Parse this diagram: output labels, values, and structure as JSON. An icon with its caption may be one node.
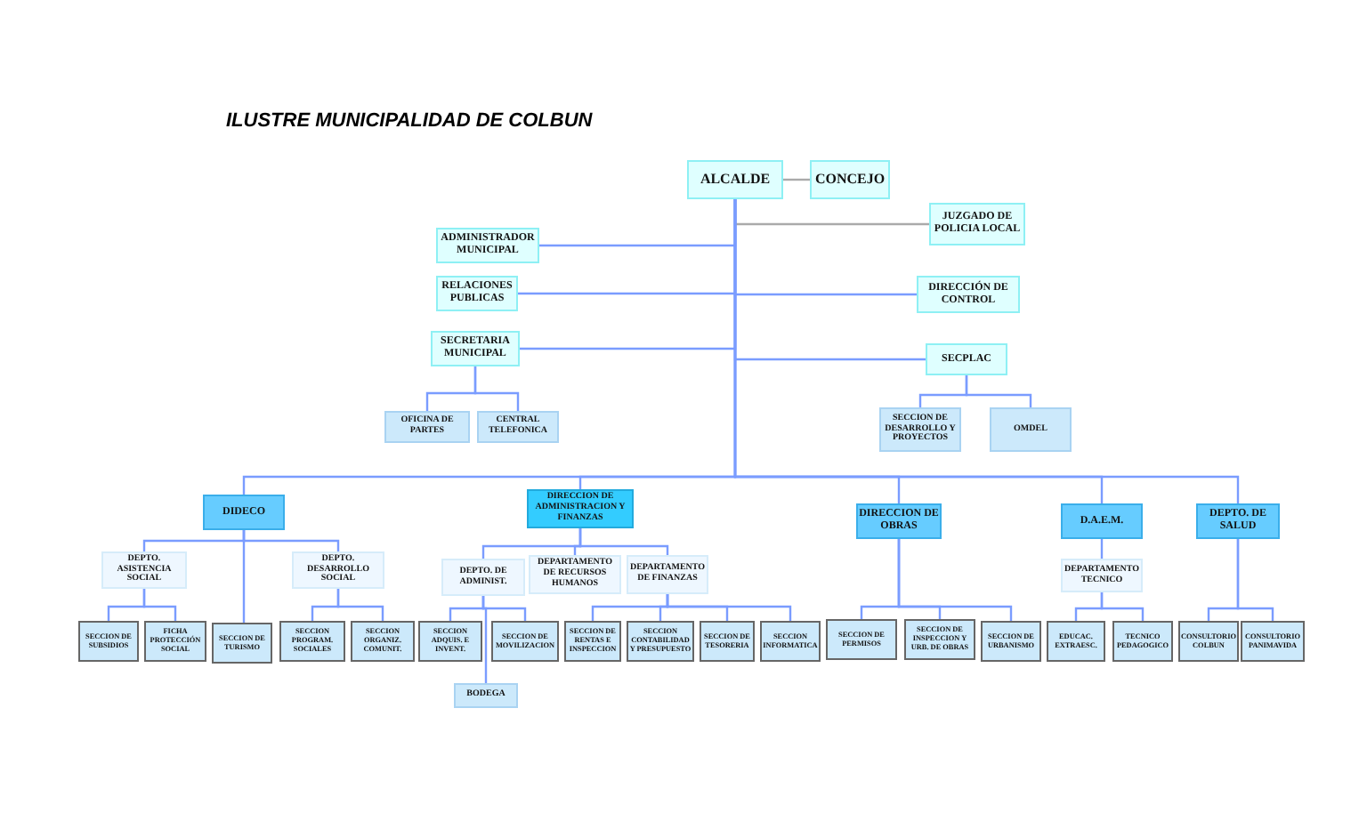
{
  "diagram": {
    "title": "ILUSTRE MUNICIPALIDAD DE COLBUN",
    "nodes": [
      {
        "text": [
          "ALCALDE"
        ]
      },
      {
        "text": [
          "CONCEJO"
        ]
      },
      {
        "text": [
          "JUZGADO DE POLICIA LOCAL"
        ]
      },
      {
        "text": [
          "ADMINISTRADOR MUNICIPAL"
        ]
      },
      {
        "text": [
          "RELACIONES PUBLICAS"
        ]
      },
      {
        "text": [
          "DIRECCIÓN DE CONTROL"
        ]
      },
      {
        "text": [
          "SECRETARIA MUNICIPAL"
        ]
      },
      {
        "text": [
          "SECPLAC"
        ]
      },
      {
        "text": [
          "OFICINA DE PARTES"
        ]
      },
      {
        "text": [
          "CENTRAL TELEFONICA"
        ]
      },
      {
        "text": [
          "SECCION DE DESARROLLO Y PROYECTOS"
        ]
      },
      {
        "text": [
          "OMDEL"
        ]
      },
      {
        "text": [
          "DIDECO"
        ]
      },
      {
        "text": [
          "DIRECCION DE ADMINISTRACION Y FINANZAS"
        ]
      },
      {
        "text": [
          "DIRECCION DE OBRAS"
        ]
      },
      {
        "text": [
          "D.A.E.M."
        ]
      },
      {
        "text": [
          "DEPTO. DE SALUD"
        ]
      },
      {
        "text": [
          "DEPTO. ASISTENCIA SOCIAL"
        ]
      },
      {
        "text": [
          "DEPTO. DESARROLLO SOCIAL"
        ]
      },
      {
        "text": [
          "DEPTO. DE ADMINIST."
        ]
      },
      {
        "text": [
          "DEPARTAMENTO DE RECURSOS HUMANOS"
        ]
      },
      {
        "text": [
          "DEPARTAMENTO DE FINANZAS"
        ]
      },
      {
        "text": [
          "DEPARTAMENTO TECNICO"
        ]
      },
      {
        "text": [
          "SECCION DE SUBSIDIOS"
        ]
      },
      {
        "text": [
          "FICHA PROTECCIÓN SOCIAL"
        ]
      },
      {
        "text": [
          "SECCION DE TURISMO"
        ]
      },
      {
        "text": [
          "SECCION PROGRAM. SOCIALES"
        ]
      },
      {
        "text": [
          "SECCION ORGANIZ. COMUNIT."
        ]
      },
      {
        "text": [
          "SECCION ADQUIS. E INVENT."
        ]
      },
      {
        "text": [
          "SECCION DE MOVILIZACION"
        ]
      },
      {
        "text": [
          "SECCION DE RENTAS E INSPECCION"
        ]
      },
      {
        "text": [
          "SECCION CONTABILIDAD Y PRESUPUESTO"
        ]
      },
      {
        "text": [
          "SECCION DE TESORERIA"
        ]
      },
      {
        "text": [
          "SECCION INFORMATICA"
        ]
      },
      {
        "text": [
          "SECCION DE PERMISOS"
        ]
      },
      {
        "text": [
          "SECCION DE INSPECCION Y URB. DE OBRAS"
        ]
      },
      {
        "text": [
          "SECCION DE URBANISMO"
        ]
      },
      {
        "text": [
          "EDUCAC. EXTRAESC."
        ]
      },
      {
        "text": [
          "TECNICO PEDAGOGICO"
        ]
      },
      {
        "text": [
          "CONSULTORIO COLBUN"
        ]
      },
      {
        "text": [
          "CONSULTORIO PANIMAVIDA"
        ]
      },
      {
        "text": [
          "BODEGA"
        ]
      }
    ],
    "edges": [
      {
        "from": 0,
        "to": 1,
        "arrow": "none",
        "color": "#aaaaaa"
      },
      {
        "from": 0,
        "to": 2,
        "arrow": "none",
        "color": "#aaaaaa"
      },
      {
        "from": 0,
        "to": 3,
        "arrow": "none"
      },
      {
        "from": 0,
        "to": 4,
        "arrow": "none"
      },
      {
        "from": 0,
        "to": 5,
        "arrow": "none"
      },
      {
        "from": 0,
        "to": 6,
        "arrow": "none"
      },
      {
        "from": 0,
        "to": 7,
        "arrow": "none"
      },
      {
        "from": 6,
        "to": 8,
        "arrow": "none"
      },
      {
        "from": 6,
        "to": 9,
        "arrow": "none"
      },
      {
        "from": 7,
        "to": 10,
        "arrow": "none"
      },
      {
        "from": 7,
        "to": 11,
        "arrow": "none"
      },
      {
        "from": 0,
        "to": 12,
        "arrow": "none"
      },
      {
        "from": 0,
        "to": 13,
        "arrow": "none"
      },
      {
        "from": 0,
        "to": 14,
        "arrow": "none"
      },
      {
        "from": 0,
        "to": 15,
        "arrow": "none"
      },
      {
        "from": 0,
        "to": 16,
        "arrow": "none"
      },
      {
        "from": 12,
        "to": 17,
        "arrow": "none"
      },
      {
        "from": 12,
        "to": 18,
        "arrow": "none"
      },
      {
        "from": 12,
        "to": 25,
        "arrow": "none"
      },
      {
        "from": 17,
        "to": 23,
        "arrow": "none"
      },
      {
        "from": 17,
        "to": 24,
        "arrow": "none"
      },
      {
        "from": 18,
        "to": 26,
        "arrow": "none"
      },
      {
        "from": 18,
        "to": 27,
        "arrow": "none"
      },
      {
        "from": 13,
        "to": 19,
        "arrow": "none"
      },
      {
        "from": 13,
        "to": 20,
        "arrow": "none"
      },
      {
        "from": 13,
        "to": 21,
        "arrow": "none"
      },
      {
        "from": 19,
        "to": 28,
        "arrow": "none"
      },
      {
        "from": 19,
        "to": 29,
        "arrow": "none"
      },
      {
        "from": 19,
        "to": 41,
        "arrow": "none"
      },
      {
        "from": 21,
        "to": 30,
        "arrow": "none"
      },
      {
        "from": 21,
        "to": 31,
        "arrow": "none"
      },
      {
        "from": 21,
        "to": 32,
        "arrow": "none"
      },
      {
        "from": 21,
        "to": 33,
        "arrow": "none"
      },
      {
        "from": 14,
        "to": 34,
        "arrow": "none"
      },
      {
        "from": 14,
        "to": 35,
        "arrow": "none"
      },
      {
        "from": 14,
        "to": 36,
        "arrow": "none"
      },
      {
        "from": 15,
        "to": 22,
        "arrow": "none"
      },
      {
        "from": 22,
        "to": 37,
        "arrow": "none"
      },
      {
        "from": 22,
        "to": 38,
        "arrow": "none"
      },
      {
        "from": 16,
        "to": 39,
        "arrow": "none"
      },
      {
        "from": 16,
        "to": 40,
        "arrow": "none"
      }
    ]
  }
}
